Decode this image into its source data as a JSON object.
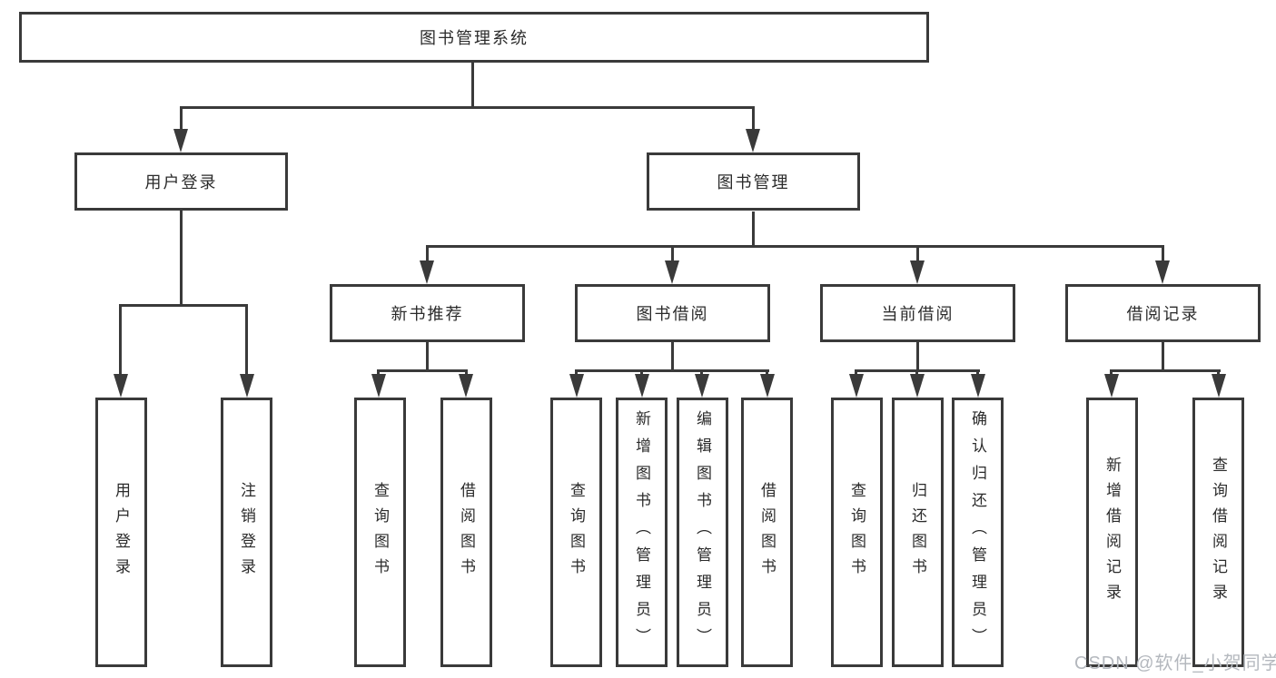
{
  "diagram": {
    "root": "图书管理系统",
    "level1": [
      "用户登录",
      "图书管理"
    ],
    "level2": [
      "新书推荐",
      "图书借阅",
      "当前借阅",
      "借阅记录"
    ],
    "leaves": [
      "用户登录",
      "注销登录",
      "查询图书",
      "借阅图书",
      "查询图书",
      "新增图书（管理员）",
      "编辑图书（管理员）",
      "借阅图书",
      "查询图书",
      "归还图书",
      "确认归还（管理员）",
      "新增借阅记录",
      "查询借阅记录"
    ],
    "colors": {
      "line": "#3a3a3a",
      "border": "#3a3a3a",
      "text": "#2b2b2b",
      "background": "#ffffff",
      "watermark": "#b4b8be"
    }
  },
  "watermark": "CSDN @软件_小贺同学"
}
